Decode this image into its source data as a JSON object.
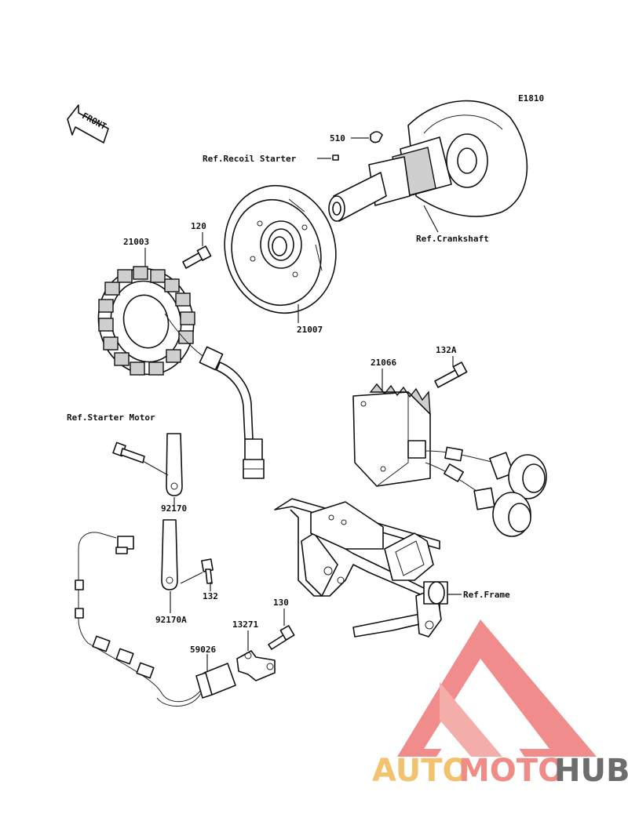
{
  "diagram_code": "E1810",
  "front_label": "FRONT",
  "labels": {
    "p510": "510",
    "ref_recoil": "Ref.Recoil Starter",
    "ref_crankshaft": "Ref.Crankshaft",
    "p120": "120",
    "p21003": "21003",
    "p21007": "21007",
    "p21066": "21066",
    "p132a": "132A",
    "ref_starter": "Ref.Starter Motor",
    "p92170": "92170",
    "p92170a": "92170A",
    "p132": "132",
    "p130": "130",
    "p13271": "13271",
    "p59026": "59026",
    "ref_frame": "Ref.Frame"
  },
  "watermark": {
    "part1": "AUTO",
    "part2": "MOTO",
    "part3": "HUB",
    "color_auto": "#f3c26e",
    "color_moto": "#ef8c87",
    "color_hub": "#6d6d6d",
    "color_triangle": "#ee6e6e"
  }
}
